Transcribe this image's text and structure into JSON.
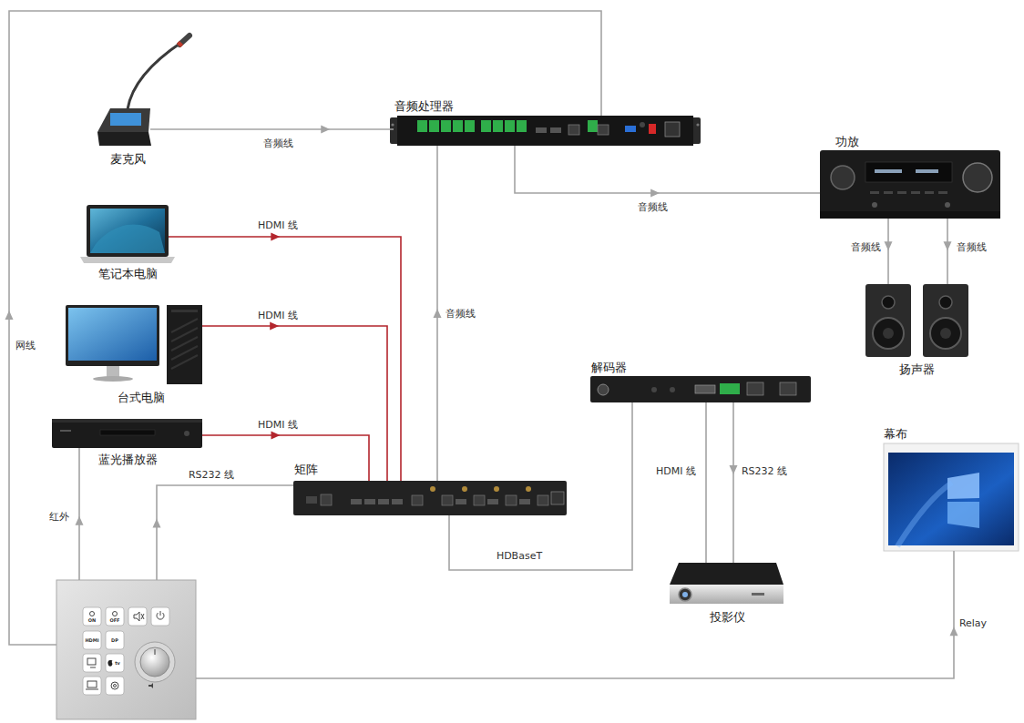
{
  "diagram": {
    "nodes": [
      {
        "text": [
          "麦克风"
        ]
      },
      {
        "text": [
          "音频处理器"
        ]
      },
      {
        "text": [
          "功放"
        ]
      },
      {
        "text": [
          "笔记本电脑"
        ]
      },
      {
        "text": [
          "扬声器"
        ]
      },
      {
        "text": [
          "解码器"
        ]
      },
      {
        "text": [
          "台式电脑"
        ]
      },
      {
        "text": [
          "幕布"
        ]
      },
      {
        "text": [
          "蓝光播放器"
        ]
      },
      {
        "text": [
          "矩阵"
        ]
      },
      {
        "text": [
          "投影仪"
        ]
      },
      {
        "text": [
          "ON",
          "OFF",
          "HDMI",
          "DP",
          "tv"
        ]
      }
    ],
    "edges": [
      {
        "from": 0,
        "to": 1,
        "label": "音频线",
        "arrow": "to"
      },
      {
        "from": 1,
        "to": 2,
        "label": "音频线",
        "arrow": "to"
      },
      {
        "from": 2,
        "to": 4,
        "label": "音频线",
        "arrow": "to"
      },
      {
        "from": 2,
        "to": 4,
        "label": "音频线",
        "arrow": "to"
      },
      {
        "from": 3,
        "to": 9,
        "label": "HDMI 线",
        "arrow": "to"
      },
      {
        "from": 6,
        "to": 9,
        "label": "HDMI 线",
        "arrow": "to"
      },
      {
        "from": 8,
        "to": 9,
        "label": "HDMI 线",
        "arrow": "to"
      },
      {
        "from": 9,
        "to": 1,
        "label": "音频线",
        "arrow": "to"
      },
      {
        "from": 9,
        "to": 5,
        "label": "HDBaseT",
        "arrow": "none"
      },
      {
        "from": 5,
        "to": 10,
        "label": "HDMI 线",
        "arrow": "none"
      },
      {
        "from": 5,
        "to": 10,
        "label": "RS232 线",
        "arrow": "to"
      },
      {
        "from": 11,
        "to": 8,
        "label": "红外",
        "arrow": "to"
      },
      {
        "from": 11,
        "to": 9,
        "label": "RS232 线",
        "arrow": "to"
      },
      {
        "from": 11,
        "to": 1,
        "label": "网线",
        "arrow": "to"
      },
      {
        "from": 11,
        "to": 7,
        "label": "Relay",
        "arrow": "to"
      }
    ]
  }
}
